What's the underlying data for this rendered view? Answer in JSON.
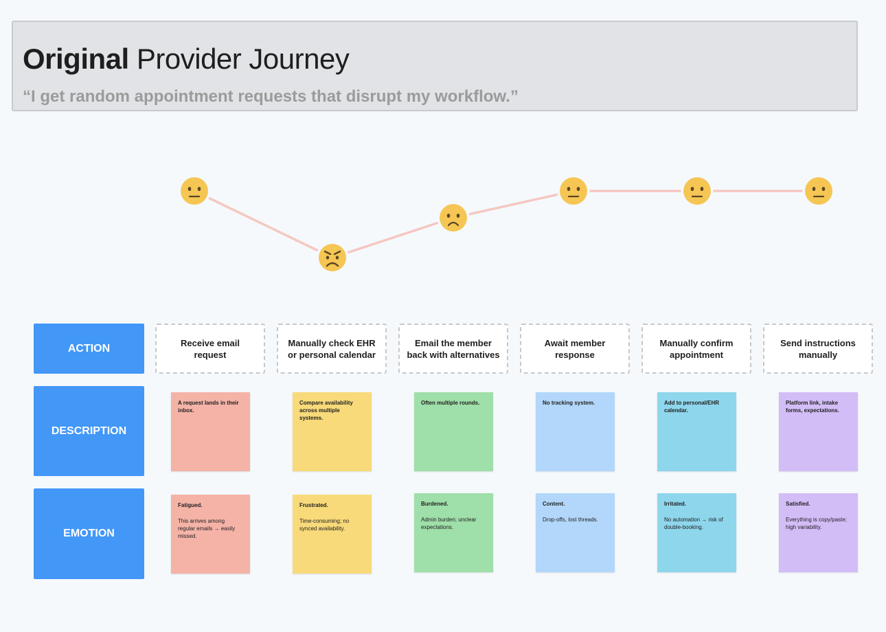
{
  "header": {
    "title_bold": "Original",
    "title_rest": "Provider Journey",
    "quote": "“I get random appointment requests that disrupt my workflow.”"
  },
  "row_labels": {
    "action": "ACTION",
    "description": "DESCRIPTION",
    "emotion": "EMOTION"
  },
  "steps": [
    {
      "action": "Receive email request",
      "description": "A request lands in their inbox.",
      "emotion_title": "Fatigued.",
      "emotion_detail": "This arrives among regular emails → easily missed.",
      "mood": "neutral",
      "color": "#f5b3a8"
    },
    {
      "action": "Manually check EHR or personal calendar",
      "description": "Compare availability across multiple systems.",
      "emotion_title": "Frustrated.",
      "emotion_detail": "Time-consuming; no synced availability.",
      "mood": "angry",
      "color": "#f8da7a"
    },
    {
      "action": "Email the member back with alternatives",
      "description": "Often multiple rounds.",
      "emotion_title": "Burdened.",
      "emotion_detail": "Admin burden; unclear expectations.",
      "mood": "sad",
      "color": "#9fdfa9"
    },
    {
      "action": "Await member response",
      "description": "No tracking system.",
      "emotion_title": "Content.",
      "emotion_detail": "Drop-offs, lost threads.",
      "mood": "neutral",
      "color": "#b2d7fa"
    },
    {
      "action": "Manually confirm appointment",
      "description": "Add to personal/EHR calendar.",
      "emotion_title": "Irritated.",
      "emotion_detail": "No automation → risk of double-booking.",
      "mood": "neutral",
      "color": "#8ed6ec"
    },
    {
      "action": "Send instructions manually",
      "description": "Platform link, intake forms, expectations.",
      "emotion_title": "Satisfied.",
      "emotion_detail": "Everything is copy/paste; high variability.",
      "mood": "neutral",
      "color": "#d3bdf7"
    }
  ],
  "colors": {
    "line": "#f6c7c2",
    "face": "#f5c654",
    "label_bg": "#4297f7"
  }
}
